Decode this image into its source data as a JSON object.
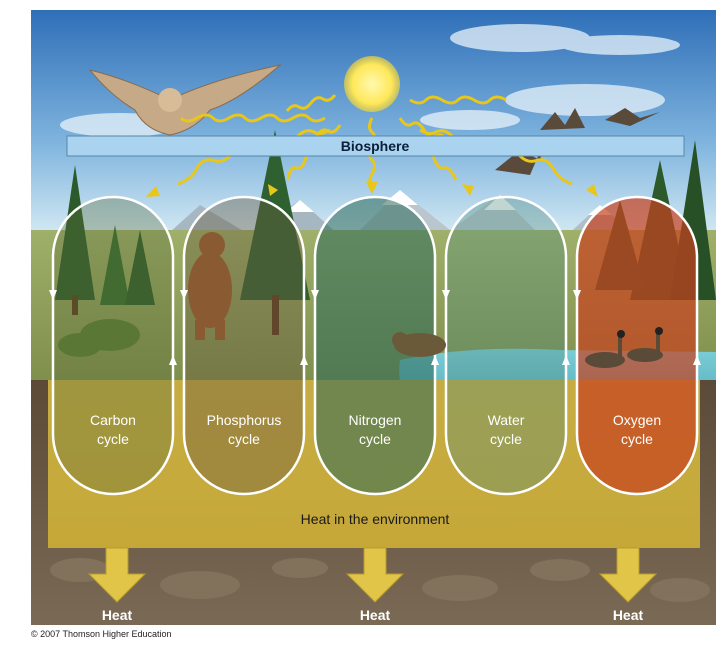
{
  "biosphere_label": "Biosphere",
  "cycles": [
    {
      "line1": "Carbon",
      "line2": "cycle",
      "tint": "#5c6e3a"
    },
    {
      "line1": "Phosphorus",
      "line2": "cycle",
      "tint": "#6a5a3e"
    },
    {
      "line1": "Nitrogen",
      "line2": "cycle",
      "tint": "#2e6a5a"
    },
    {
      "line1": "Water",
      "line2": "cycle",
      "tint": "#4e8a7a"
    },
    {
      "line1": "Oxygen",
      "line2": "cycle",
      "tint": "#c8401e"
    }
  ],
  "environment_label": "Heat in the environment",
  "heat_labels": [
    "Heat",
    "Heat",
    "Heat"
  ],
  "copyright": "© 2007 Thomson Higher Education",
  "colors": {
    "sky_top": "#2f6fb8",
    "sky_bottom": "#bfe0f2",
    "heat_band": "#cfb33a",
    "biosphere_bar": "#a9d3ef",
    "sun": "#ffe85a",
    "soil": "#6b5a45"
  }
}
